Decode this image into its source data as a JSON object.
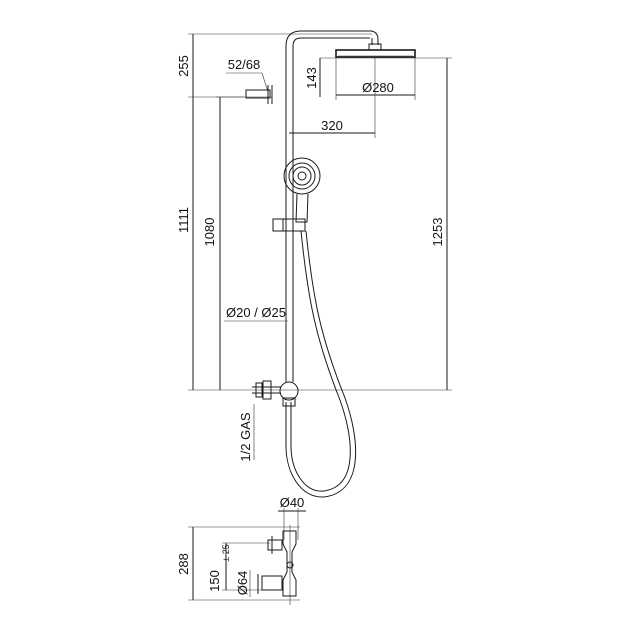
{
  "dimensions": {
    "d255": "255",
    "d52_68": "52/68",
    "d143": "143",
    "d280": "Ø280",
    "d320": "320",
    "d1111": "1111",
    "d1080": "1080",
    "d1253": "1253",
    "d20_25": "Ø20 / Ø25",
    "gas": "1/2 GAS",
    "d40": "Ø40",
    "d288": "288",
    "d150": "150",
    "d150_tol": "± 25",
    "d64": "Ø64"
  },
  "colors": {
    "line": "#1a1a1a",
    "background": "#ffffff"
  }
}
